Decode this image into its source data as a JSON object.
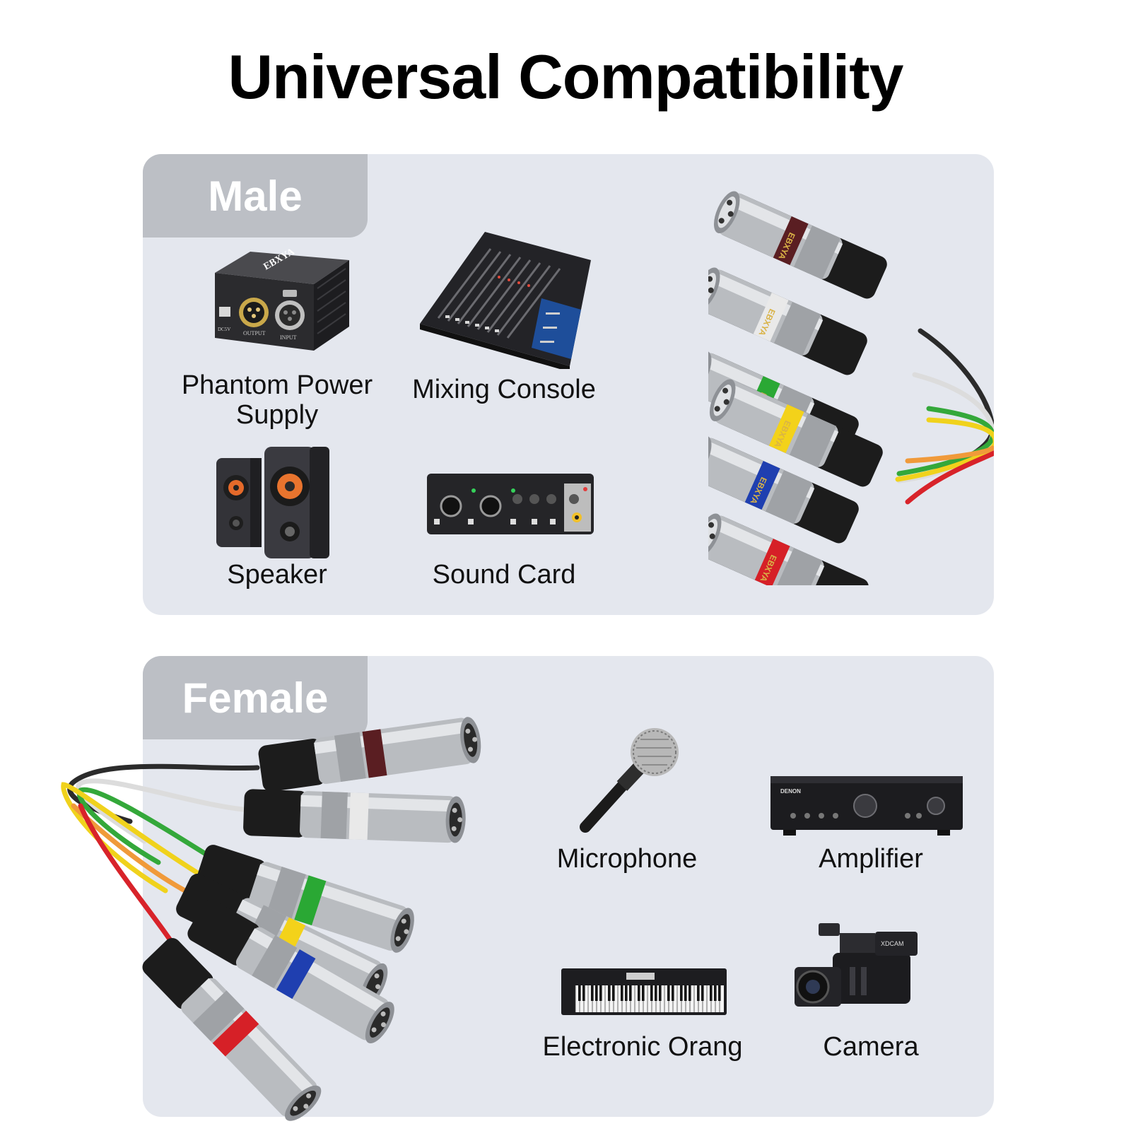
{
  "title": "Universal Compatibility",
  "male": {
    "tag": "Male",
    "devices": [
      {
        "label": "Phantom Power Supply",
        "icon": "phantom-power-icon"
      },
      {
        "label": "Mixing Console",
        "icon": "mixing-console-icon"
      },
      {
        "label": "Speaker",
        "icon": "speaker-icon"
      },
      {
        "label": "Sound Card",
        "icon": "sound-card-icon"
      }
    ],
    "device_text": {
      "brand": "EBXYA",
      "output": "OUTPUT",
      "input": "INPUT",
      "power": "DC5V"
    },
    "connector_brand": "EBXYA"
  },
  "female": {
    "tag": "Female",
    "devices": [
      {
        "label": "Microphone",
        "icon": "microphone-icon"
      },
      {
        "label": "Amplifier",
        "icon": "amplifier-icon"
      },
      {
        "label": "Electronic Orang",
        "icon": "keyboard-icon"
      },
      {
        "label": "Camera",
        "icon": "camera-icon"
      }
    ],
    "device_text": {
      "amp_brand": "DENON",
      "cam_brand": "XDCAM"
    }
  },
  "colors": {
    "background": "#ffffff",
    "panel": "#e4e7ee",
    "tag": "#bcbfc5",
    "cable_colors": [
      "#5a1e22",
      "#e9e9e9",
      "#2aa834",
      "#f3d21a",
      "#1f3fb0",
      "#d62027"
    ],
    "wire_colors": [
      "#2b2b2b",
      "#dcdcdc",
      "#34a83a",
      "#f0d21c",
      "#f09a3a",
      "#d8232a"
    ]
  }
}
